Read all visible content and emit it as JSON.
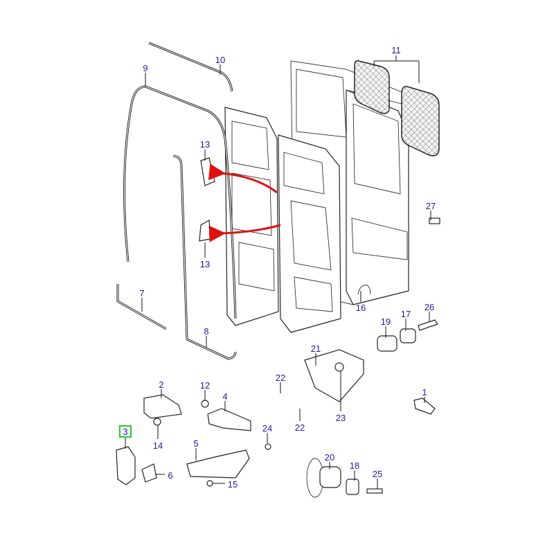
{
  "diagram": {
    "title": "Rear door components exploded view",
    "highlight_color": "#22cc22",
    "callout_color": "#1a1aa8",
    "arrow_color": "#e01010",
    "selected_callout": "3",
    "callouts": {
      "c1": "1",
      "c2": "2",
      "c3": "3",
      "c4": "4",
      "c5": "5",
      "c6": "6",
      "c7": "7",
      "c8": "8",
      "c9": "9",
      "c10": "10",
      "c11": "11",
      "c12": "12",
      "c13a": "13",
      "c13b": "13",
      "c14": "14",
      "c15": "15",
      "c16": "16",
      "c17": "17",
      "c18": "18",
      "c19": "19",
      "c20": "20",
      "c21": "21",
      "c22a": "22",
      "c22b": "22",
      "c23": "23",
      "c24": "24",
      "c25": "25",
      "c26": "26",
      "c27": "27"
    }
  }
}
